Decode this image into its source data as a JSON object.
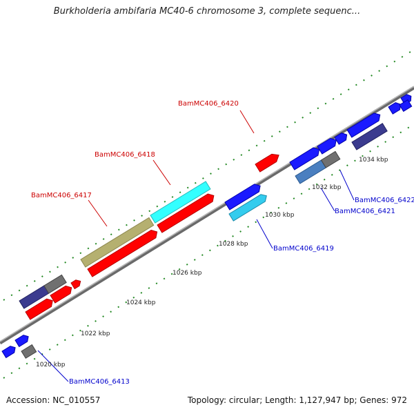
{
  "title": "Burkholderia ambifaria MC40-6 chromosome 3, complete sequenc...",
  "footer": {
    "accession": "Accession: NC_010557",
    "summary": "Topology: circular; Length: 1,127,947 bp; Genes: 972"
  },
  "scale_ticks": [
    "1020 kbp",
    "1022 kbp",
    "1024 kbp",
    "1026 kbp",
    "1028 kbp",
    "1030 kbp",
    "1032 kbp",
    "1034 kbp"
  ],
  "gene_labels": {
    "g6420": "BamMC406_6420",
    "g6418": "BamMC406_6418",
    "g6417": "BamMC406_6417",
    "g6422": "BamMC406_6422",
    "g6421": "BamMC406_6421",
    "g6419": "BamMC406_6419",
    "g6413": "BamMC406_6413"
  },
  "colors": {
    "highlight_red": "#ff0000",
    "highlight_cyan": "#33ffff",
    "blue_gene": "#1a1aff",
    "gray_gene": "#707070",
    "navy_gene": "#3b3b8f",
    "khaki_gene": "#b5b070",
    "label_red": "#cc0000",
    "label_blue": "#0000cc",
    "tick_green": "#228822",
    "backbone": "#8a8a8a"
  }
}
